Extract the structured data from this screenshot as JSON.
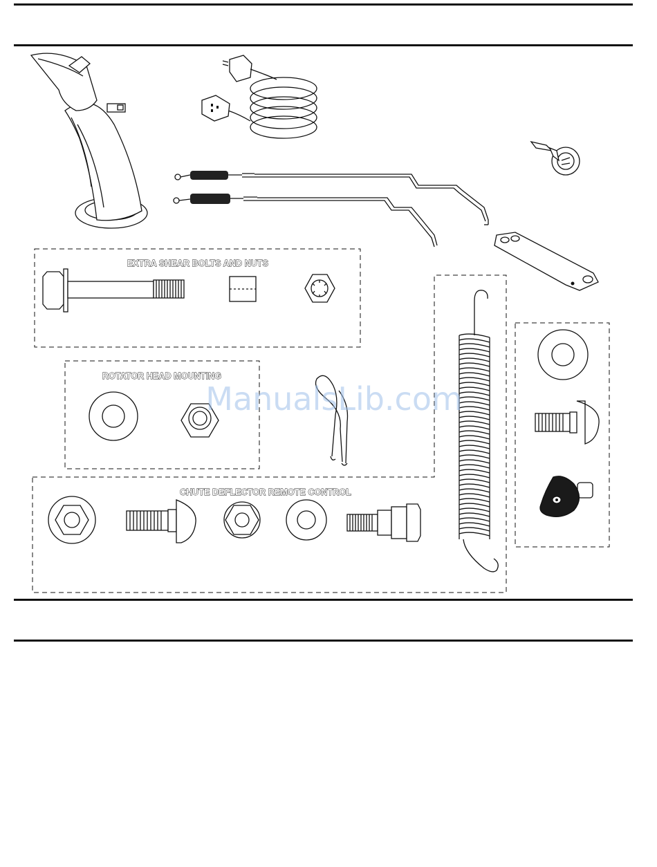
{
  "labels": {
    "extra_shear": "EXTRA SHEAR BOLTS AND NUTS",
    "rotator_head": "ROTATOR HEAD MOUNTING",
    "chute_deflector": "CHUTE DEFLECTOR REMOTE CONTROL"
  },
  "watermark": "ManualsLib.com"
}
